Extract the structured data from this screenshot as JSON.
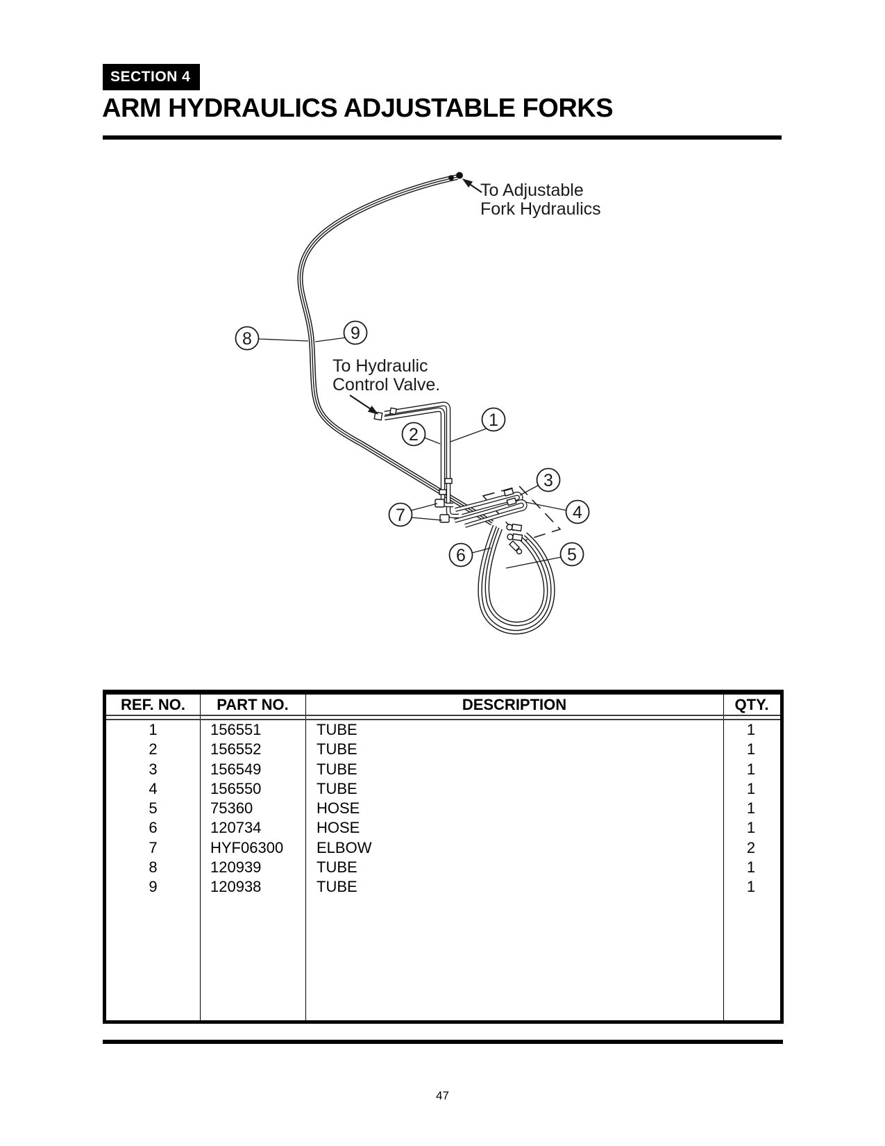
{
  "header": {
    "section_badge": "SECTION 4",
    "title": "ARM HYDRAULICS ADJUSTABLE FORKS"
  },
  "diagram": {
    "labels": {
      "fork_line1": "To Adjustable",
      "fork_line2": "Fork Hydraulics",
      "valve_line1": "To Hydraulic",
      "valve_line2": "Control Valve."
    },
    "callouts": [
      "1",
      "2",
      "3",
      "4",
      "5",
      "6",
      "7",
      "8",
      "9"
    ]
  },
  "table": {
    "headers": {
      "ref": "REF. NO.",
      "part": "PART NO.",
      "desc": "DESCRIPTION",
      "qty": "QTY."
    },
    "rows": [
      {
        "ref": "1",
        "part": "156551",
        "desc": "TUBE",
        "qty": "1"
      },
      {
        "ref": "2",
        "part": "156552",
        "desc": "TUBE",
        "qty": "1"
      },
      {
        "ref": "3",
        "part": "156549",
        "desc": "TUBE",
        "qty": "1"
      },
      {
        "ref": "4",
        "part": "156550",
        "desc": "TUBE",
        "qty": "1"
      },
      {
        "ref": "5",
        "part": "75360",
        "desc": "HOSE",
        "qty": "1"
      },
      {
        "ref": "6",
        "part": "120734",
        "desc": "HOSE",
        "qty": "1"
      },
      {
        "ref": "7",
        "part": "HYF06300",
        "desc": "ELBOW",
        "qty": "2"
      },
      {
        "ref": "8",
        "part": "120939",
        "desc": "TUBE",
        "qty": "1"
      },
      {
        "ref": "9",
        "part": "120938",
        "desc": "TUBE",
        "qty": "1"
      }
    ]
  },
  "footer": {
    "page_number": "47"
  }
}
